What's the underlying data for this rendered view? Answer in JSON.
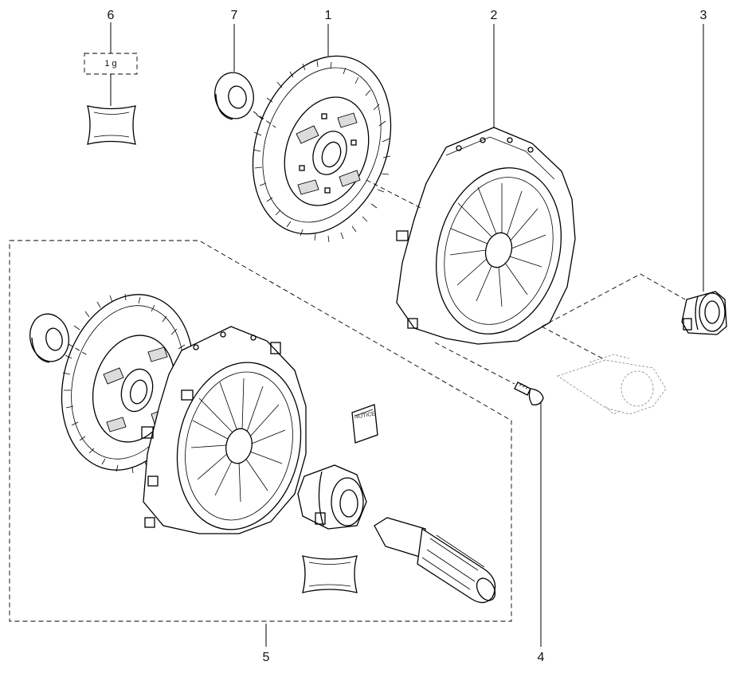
{
  "callouts": {
    "c1": "1",
    "c2": "2",
    "c3": "3",
    "c4": "4",
    "c5": "5",
    "c6": "6",
    "c7": "7"
  },
  "grease_qty": "1 g",
  "notice_label": "NOTICE"
}
